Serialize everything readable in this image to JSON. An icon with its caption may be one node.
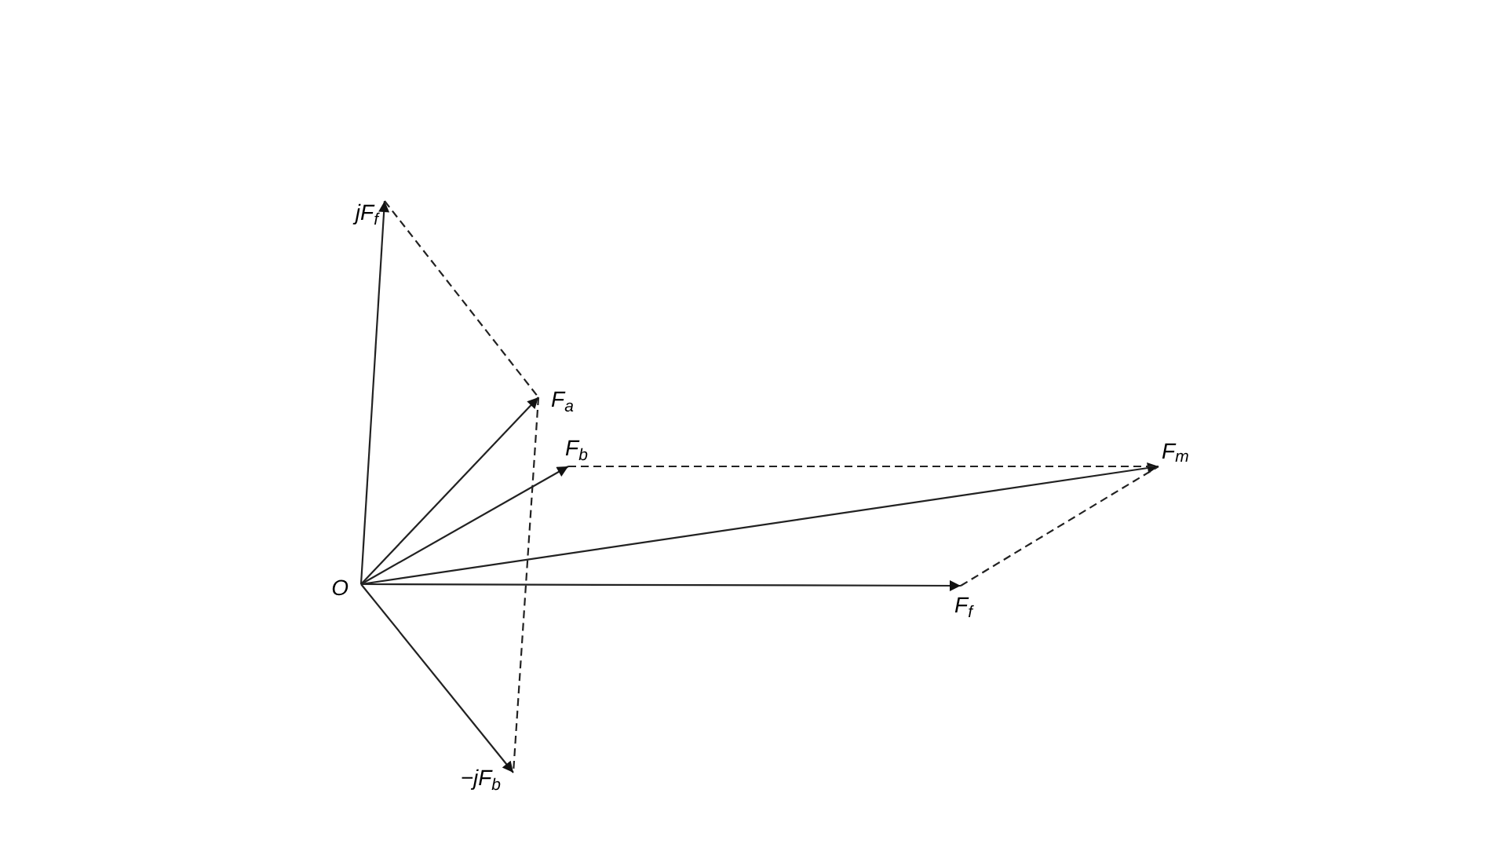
{
  "diagram": {
    "nodes": [
      {
        "text": [
          "O"
        ]
      },
      {
        "text": [
          "jF$_{f}$"
        ]
      },
      {
        "text": [
          "F$_{a}$"
        ]
      },
      {
        "text": [
          "F$_{b}$"
        ]
      },
      {
        "text": [
          "F$_{m}$"
        ]
      },
      {
        "text": [
          "F$_{f}$"
        ]
      },
      {
        "text": [
          "−jF$_{b}$"
        ]
      }
    ],
    "edges": [
      {
        "from": 0,
        "to": 1,
        "arrow": "to"
      },
      {
        "from": 0,
        "to": 2,
        "arrow": "to"
      },
      {
        "from": 0,
        "to": 3,
        "arrow": "to"
      },
      {
        "from": 0,
        "to": 4,
        "arrow": "to"
      },
      {
        "from": 0,
        "to": 5,
        "arrow": "to"
      },
      {
        "from": 0,
        "to": 6,
        "arrow": "to"
      },
      {
        "from": 1,
        "to": 2,
        "arrow": "none",
        "style": "dashed"
      },
      {
        "from": 2,
        "to": 6,
        "arrow": "none",
        "style": "dashed"
      },
      {
        "from": 3,
        "to": 4,
        "arrow": "none",
        "style": "dashed"
      },
      {
        "from": 5,
        "to": 4,
        "arrow": "none",
        "style": "dashed"
      }
    ]
  }
}
